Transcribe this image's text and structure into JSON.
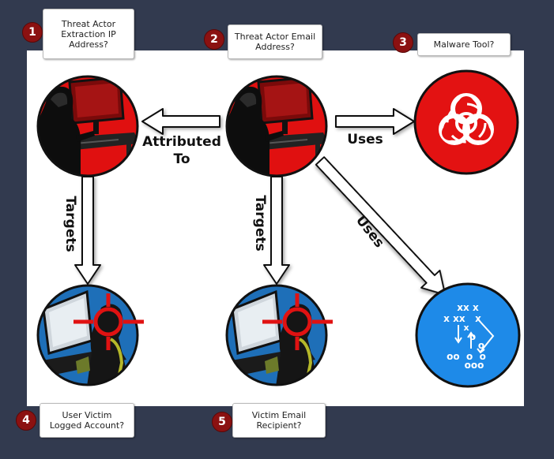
{
  "callouts": [
    {
      "number": "1",
      "text": "Threat Actor\nExtraction IP\nAddress?"
    },
    {
      "number": "2",
      "text": "Threat Actor Email\nAddress?"
    },
    {
      "number": "3",
      "text": "Malware Tool?"
    },
    {
      "number": "4",
      "text": "User Victim\nLogged Account?"
    },
    {
      "number": "5",
      "text": "Victim Email\nRecipient?"
    }
  ],
  "edges": {
    "attributed_to_line1": "Attributed",
    "attributed_to_line2": "To",
    "uses_malware": "Uses",
    "uses_playbook": "Uses",
    "targets_left": "Targets",
    "targets_center": "Targets"
  },
  "playbook": {
    "row1": "xx x",
    "row2": "x xx   x",
    "row3": "x",
    "row4": "o",
    "row5": "o",
    "row6": "oo  o  o",
    "row7": "ooo"
  },
  "colors": {
    "background": "#323a4f",
    "panel": "#ffffff",
    "badge": "#8b1111",
    "actor_circle": "#e01010",
    "victim_circle": "#1e6fb8",
    "malware_circle": "#e31212",
    "playbook_circle": "#1e8ae8",
    "crosshair": "#e01212"
  },
  "icons": [
    "threat-actor-icon",
    "biohazard-icon",
    "victim-crosshair-icon",
    "playbook-icon"
  ]
}
